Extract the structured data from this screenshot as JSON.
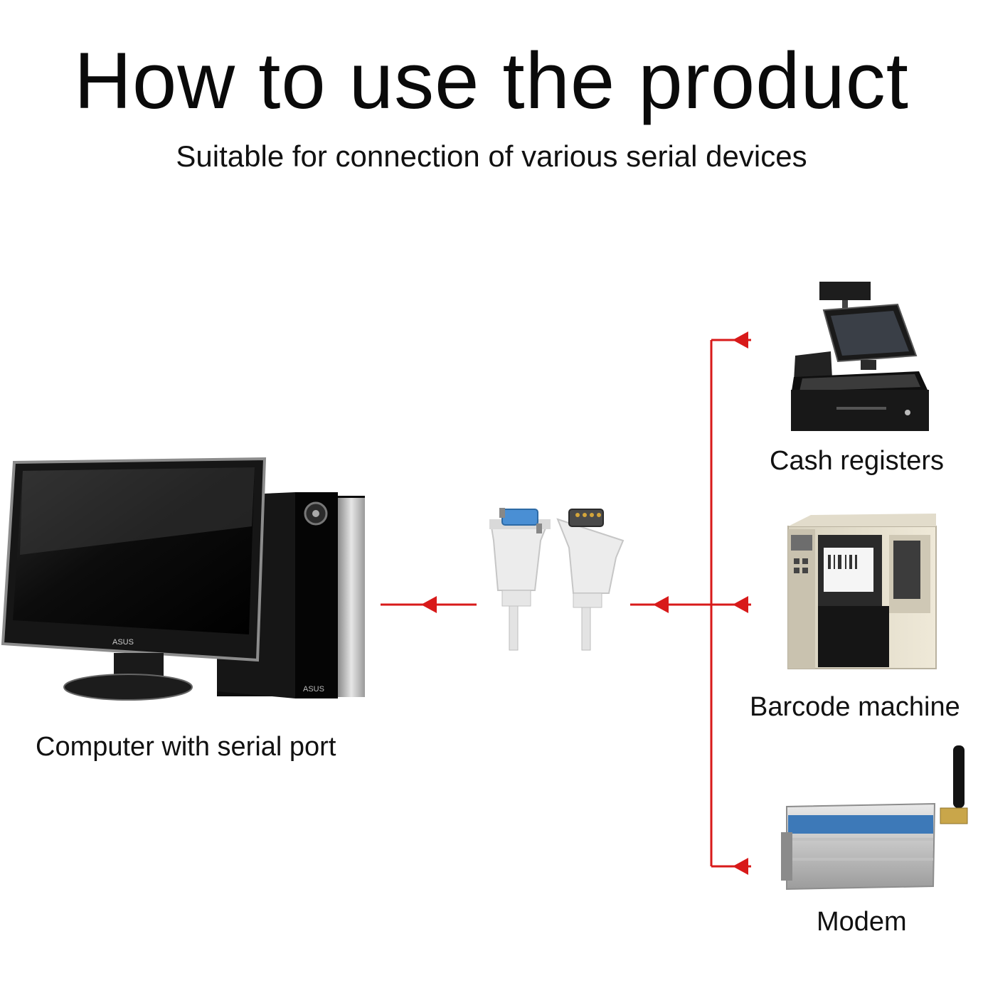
{
  "header": {
    "title": "How to use the product",
    "subtitle": "Suitable for connection of various serial devices"
  },
  "devices": {
    "computer": {
      "label": "Computer with serial port",
      "icon": "desktop-computer-icon"
    },
    "cash_register": {
      "label": "Cash registers",
      "icon": "cash-register-icon"
    },
    "barcode_printer": {
      "label": "Barcode machine",
      "icon": "barcode-printer-icon"
    },
    "modem": {
      "label": "Modem",
      "icon": "gsm-modem-icon"
    }
  },
  "cable": {
    "icon": "db9-serial-cable-icon"
  },
  "monitor_brand": "ASUS",
  "colors": {
    "arrow": "#d81a1a",
    "cable_blue": "#4a8fd4",
    "modem_stripe": "#3d79b8"
  }
}
